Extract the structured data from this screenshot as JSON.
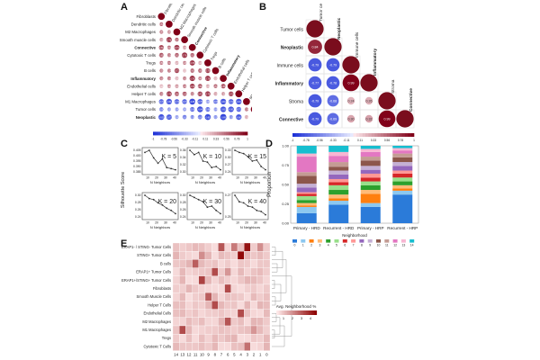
{
  "panels": {
    "A": {
      "letter": "A",
      "labels": [
        "Fibroblasts",
        "Dendritic cells",
        "M2 Macrophages",
        "Smooth muscle cells",
        "Connective",
        "Cytotoxic T cells",
        "Tregs",
        "B cells",
        "Inflammatory",
        "Endothelial cells",
        "Helper T cells",
        "M1 Macrophages",
        "Tumor cells",
        "Neoplastic"
      ],
      "bold": [
        "Connective",
        "Inflammatory",
        "Neoplastic"
      ],
      "colorbar_ticks": [
        "-1",
        "-0.78",
        "-0.56",
        "-0.33",
        "-0.11",
        "0.11",
        "0.33",
        "0.56",
        "0.78",
        "1"
      ]
    },
    "B": {
      "letter": "B",
      "labels": [
        "Tumor cells",
        "Neoplastic",
        "Immune cells",
        "Inflammatory",
        "Stroma",
        "Connective"
      ],
      "bold": [
        "Neoplastic",
        "Inflammatory",
        "Connective"
      ],
      "cells": [
        {
          "r": 1,
          "c": 0,
          "v": "0.84"
        },
        {
          "r": 2,
          "c": 0,
          "v": "-0.79"
        },
        {
          "r": 2,
          "c": 1,
          "v": "-0.79"
        },
        {
          "r": 3,
          "c": 0,
          "v": "-0.77"
        },
        {
          "r": 3,
          "c": 1,
          "v": "-0.78"
        },
        {
          "r": 3,
          "c": 2,
          "v": "0.99"
        },
        {
          "r": 4,
          "c": 0,
          "v": "-0.79"
        },
        {
          "r": 4,
          "c": 1,
          "v": "-0.68"
        },
        {
          "r": 4,
          "c": 2,
          "v": "0.24"
        },
        {
          "r": 4,
          "c": 3,
          "v": "0.26"
        },
        {
          "r": 5,
          "c": 0,
          "v": "-0.79"
        },
        {
          "r": 5,
          "c": 1,
          "v": "-0.69"
        },
        {
          "r": 5,
          "c": 2,
          "v": "0.30"
        },
        {
          "r": 5,
          "c": 3,
          "v": "0.32"
        },
        {
          "r": 5,
          "c": 4,
          "v": "0.99"
        }
      ],
      "colorbar_ticks": [
        "-1",
        "-0.78",
        "-0.56",
        "-0.33",
        "-0.11",
        "0.11",
        "0.33",
        "0.56",
        "0.78",
        "1"
      ]
    },
    "C": {
      "letter": "C",
      "ylabel": "Silhouette Score",
      "xlabel": "N Neighbors",
      "subplots": [
        {
          "k": "K = 5",
          "yticks": [
            "0.405",
            "0.400",
            "0.395",
            "0.390",
            "0.385"
          ]
        },
        {
          "k": "K = 10",
          "yticks": [
            "0.36",
            "0.34",
            "0.32",
            "0.30"
          ]
        },
        {
          "k": "K = 15",
          "yticks": [
            "0.33",
            "0.30",
            "0.27",
            "0.24"
          ]
        },
        {
          "k": "K = 20",
          "yticks": [
            "0.30",
            "0.28",
            "0.26",
            "0.24"
          ]
        },
        {
          "k": "K = 30",
          "yticks": [
            "0.30",
            "0.28",
            "0.26",
            "0.24"
          ]
        },
        {
          "k": "K = 40",
          "yticks": [
            "0.27",
            "0.25"
          ]
        }
      ],
      "xticks": [
        "10",
        "20",
        "30",
        "40"
      ]
    },
    "D": {
      "letter": "D",
      "ylabel": "Proportion",
      "legend_title": "Neighborhood",
      "categories": [
        "Primary - HRD",
        "Recurrent - HRD",
        "Primary - HRP",
        "Recurrent - HRP"
      ],
      "yticks": [
        "0.00",
        "0.25",
        "0.50",
        "0.75",
        "1.00"
      ],
      "neighborhoods": [
        "0",
        "1",
        "2",
        "3",
        "4",
        "5",
        "6",
        "7",
        "8",
        "9",
        "10",
        "11",
        "12",
        "13",
        "14"
      ],
      "colors": [
        "#2b7bd9",
        "#8cc8f0",
        "#ff7f0e",
        "#ffbb78",
        "#2ca02c",
        "#98df8a",
        "#d62728",
        "#ff9896",
        "#9467bd",
        "#c5b0d5",
        "#8c564b",
        "#c49c94",
        "#e377c2",
        "#f7b6d2",
        "#17becf"
      ],
      "bars": [
        [
          0.13,
          0.08,
          0.02,
          0.03,
          0.04,
          0.05,
          0.03,
          0.02,
          0.06,
          0.05,
          0.1,
          0.05,
          0.2,
          0.04,
          0.1
        ],
        [
          0.24,
          0.05,
          0.03,
          0.05,
          0.06,
          0.06,
          0.04,
          0.04,
          0.06,
          0.05,
          0.05,
          0.06,
          0.08,
          0.05,
          0.08
        ],
        [
          0.21,
          0.05,
          0.12,
          0.05,
          0.06,
          0.05,
          0.05,
          0.05,
          0.05,
          0.05,
          0.07,
          0.05,
          0.06,
          0.04,
          0.04
        ],
        [
          0.37,
          0.05,
          0.03,
          0.04,
          0.05,
          0.05,
          0.05,
          0.04,
          0.06,
          0.05,
          0.06,
          0.05,
          0.04,
          0.03,
          0.03
        ]
      ]
    },
    "E": {
      "letter": "E",
      "rows": [
        "ERAP1- / STING- Tumor Cells",
        "STING+ Tumor Cells",
        "B cells",
        "ERAP1+ Tumor Cells",
        "ERAP1+/STING+ Tumor Cells",
        "Fibroblasts",
        "Smooth Muscle Cells",
        "Helper T Cells",
        "Endothelial Cells",
        "M2 Macrophages",
        "M1 Macrophages",
        "Tregs",
        "Cytotoxic T Cells"
      ],
      "cols": [
        "14",
        "13",
        "12",
        "11",
        "10",
        "9",
        "8",
        "7",
        "6",
        "5",
        "4",
        "3",
        "2",
        "1",
        "0"
      ],
      "legend_title": "Avg. Neighborhood %",
      "legend_ticks": [
        "1",
        "2",
        "3",
        "4"
      ],
      "highlights": [
        {
          "r": 0,
          "c": 7,
          "v": 3.2
        },
        {
          "r": 0,
          "c": 9,
          "v": 2.4
        },
        {
          "r": 0,
          "c": 11,
          "v": 4.6
        },
        {
          "r": 0,
          "c": 13,
          "v": 2.0
        },
        {
          "r": 1,
          "c": 10,
          "v": 4.8
        },
        {
          "r": 1,
          "c": 4,
          "v": 2.0
        },
        {
          "r": 2,
          "c": 3,
          "v": 3.0
        },
        {
          "r": 3,
          "c": 6,
          "v": 3.4
        },
        {
          "r": 3,
          "c": 8,
          "v": 1.8
        },
        {
          "r": 4,
          "c": 4,
          "v": 3.6
        },
        {
          "r": 5,
          "c": 8,
          "v": 3.4
        },
        {
          "r": 6,
          "c": 5,
          "v": 3.0
        },
        {
          "r": 7,
          "c": 6,
          "v": 3.4
        },
        {
          "r": 8,
          "c": 10,
          "v": 3.4
        },
        {
          "r": 9,
          "c": 8,
          "v": 3.2
        },
        {
          "r": 10,
          "c": 1,
          "v": 3.4
        },
        {
          "r": 10,
          "c": 12,
          "v": 1.8
        },
        {
          "r": 12,
          "c": 11,
          "v": 2.6
        }
      ]
    }
  }
}
